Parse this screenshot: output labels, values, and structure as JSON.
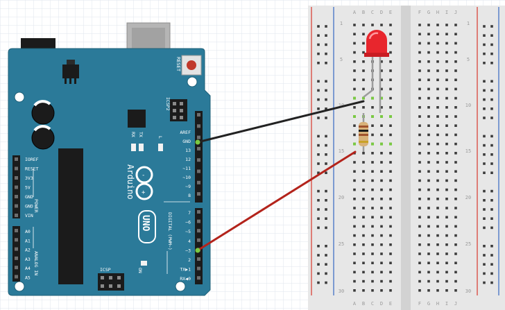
{
  "colors": {
    "board": "#2b7a99",
    "board_dark": "#1f6078",
    "grid": "#dfe5ec",
    "breadboard": "#e7e7e7",
    "rail_red": "#d9362b",
    "rail_blue": "#3466c2",
    "wire_black": "#222222",
    "wire_red": "#b3231b",
    "led": "#e8262d",
    "resistor_body": "#d8b27a",
    "hole": "#3b3b3b",
    "hole_active": "#7ac943"
  },
  "arduino": {
    "brand": "Arduino",
    "model": "UNO",
    "reset_label": "RESET",
    "icsp2_label": "ICSP2",
    "icsp_label": "ICSP",
    "tx_label": "TX",
    "rx_label": "RX",
    "l_label": "L",
    "on_label": "ON",
    "power_label": "POWER",
    "analog_label": "ANALOG IN",
    "digital_label": "DIGITAL (PWM~)",
    "power_pins": [
      "IOREF",
      "RESET",
      "3V3",
      "5V",
      "GND",
      "GND",
      "VIN"
    ],
    "analog_pins": [
      "A0",
      "A1",
      "A2",
      "A3",
      "A4",
      "A5"
    ],
    "top_header_pins": [
      "AREF",
      "GND",
      "13",
      "12",
      "~11",
      "~10",
      "~9",
      "8"
    ],
    "bottom_header_pins": [
      "7",
      "~6",
      "~5",
      "4",
      "~3",
      "2",
      "TX▶1",
      "RX◀0"
    ]
  },
  "breadboard": {
    "columns_left": [
      "A",
      "B",
      "C",
      "D",
      "E"
    ],
    "columns_right": [
      "F",
      "G",
      "H",
      "I",
      "J"
    ],
    "row_numbers": [
      "1",
      "5",
      "10",
      "15",
      "20",
      "25",
      "30"
    ]
  },
  "components": [
    {
      "type": "led",
      "color": "red"
    },
    {
      "type": "resistor"
    },
    {
      "type": "wire",
      "color": "black",
      "from": "GND",
      "to": "breadboard"
    },
    {
      "type": "wire",
      "color": "red",
      "from": "~3",
      "to": "breadboard"
    }
  ]
}
